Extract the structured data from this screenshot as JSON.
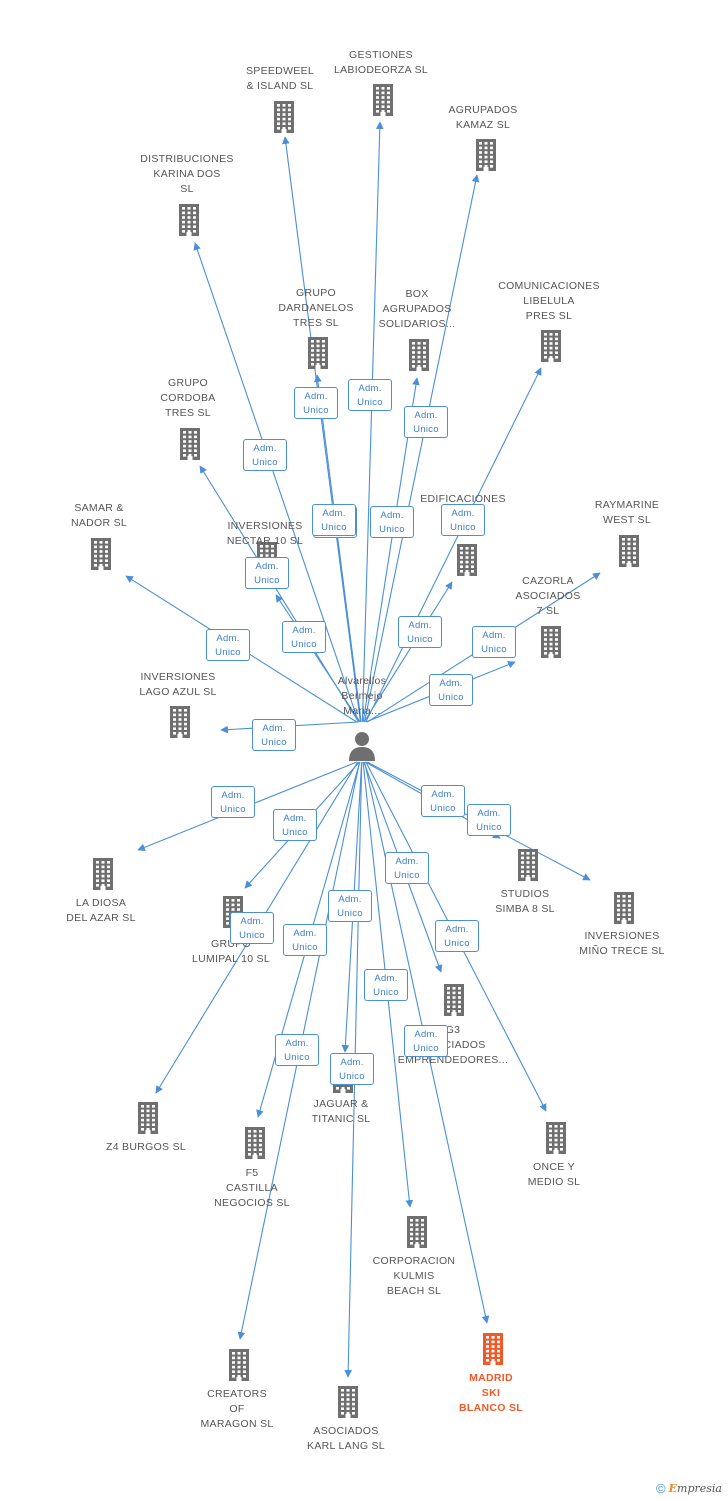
{
  "center": {
    "name": "Alvarellos\nBermejo\nMaria..."
  },
  "edge_label": "Adm.\nUnico",
  "colors": {
    "edge": "#4a8fd8",
    "node": "#6f6f6f",
    "focus": "#f05a28"
  },
  "nodes": [
    {
      "id": "speedweel",
      "label": "SPEEDWEEL\n& ISLAND SL",
      "focus": false
    },
    {
      "id": "gestiones",
      "label": "GESTIONES\nLABIODEORZA SL",
      "focus": false
    },
    {
      "id": "agrupados-kamaz",
      "label": "AGRUPADOS\nKAMAZ SL",
      "focus": false
    },
    {
      "id": "distribuciones",
      "label": "DISTRIBUCIONES\nKARINA DOS\nSL",
      "focus": false
    },
    {
      "id": "dardanelos",
      "label": "GRUPO\nDARDANELOS\nTRES SL",
      "focus": false
    },
    {
      "id": "box",
      "label": "BOX\nAGRUPADOS\nSOLIDARIOS...",
      "focus": false
    },
    {
      "id": "comunicaciones",
      "label": "COMUNICACIONES\nLIBELULA\nPRES SL",
      "focus": false
    },
    {
      "id": "cordoba",
      "label": "GRUPO\nCORDOBA\nTRES SL",
      "focus": false
    },
    {
      "id": "samar",
      "label": "SAMAR &\nNADOR SL",
      "focus": false
    },
    {
      "id": "nectar",
      "label": "INVERSIONES\nNECTAR 10 SL",
      "focus": false
    },
    {
      "id": "edificaciones",
      "label": "EDIFICACIONES\nV...",
      "focus": false
    },
    {
      "id": "raymarine",
      "label": "RAYMARINE\nWEST SL",
      "focus": false
    },
    {
      "id": "cazorla",
      "label": "CAZORLA\nASOCIADOS\n7 SL",
      "focus": false
    },
    {
      "id": "lago-azul",
      "label": "INVERSIONES\nLAGO AZUL SL",
      "focus": false
    },
    {
      "id": "diosa",
      "label": "LA DIOSA\nDEL AZAR SL",
      "focus": false
    },
    {
      "id": "lumipal",
      "label": "GRUPO\nLUMIPAL 10 SL",
      "focus": false
    },
    {
      "id": "simba",
      "label": "STUDIOS\nSIMBA 8 SL",
      "focus": false
    },
    {
      "id": "mino",
      "label": "INVERSIONES\nMIÑO TRECE SL",
      "focus": false
    },
    {
      "id": "emprendedores",
      "label": "G3\nASOCIADOS\nEMPRENDEDORES...",
      "focus": false
    },
    {
      "id": "z4",
      "label": "Z4 BURGOS SL",
      "focus": false
    },
    {
      "id": "jaguar",
      "label": "JAGUAR &\nTITANIC SL",
      "focus": false
    },
    {
      "id": "f5",
      "label": "F5\nCASTILLA\nNEGOCIOS SL",
      "focus": false
    },
    {
      "id": "once",
      "label": "ONCE Y\nMEDIO SL",
      "focus": false
    },
    {
      "id": "kulmis",
      "label": "CORPORACION\nKULMIS\nBEACH SL",
      "focus": false
    },
    {
      "id": "madrid-ski",
      "label": "MADRID\nSKI\nBLANCO SL",
      "focus": true
    },
    {
      "id": "creators",
      "label": "CREATORS\nOF\nMARAGON SL",
      "focus": false
    },
    {
      "id": "karl-lang",
      "label": "ASOCIADOS\nKARL LANG SL",
      "focus": false
    }
  ],
  "footer": {
    "symbol": "©",
    "brand_initial": "E",
    "brand_rest": "mpresia"
  }
}
